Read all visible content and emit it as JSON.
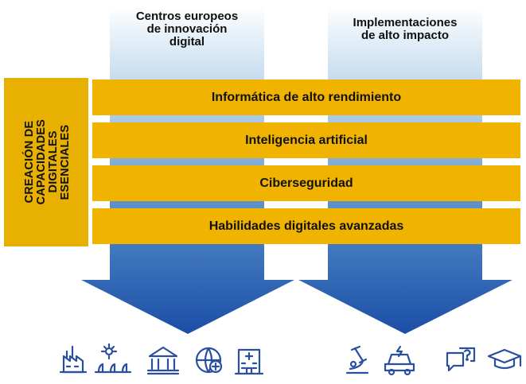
{
  "columns": [
    {
      "label": "Centros europeos\nde innovación\ndigital"
    },
    {
      "label": "Implementaciones\nde alto impacto"
    }
  ],
  "side_label": "CREACIÓN DE\nCAPACIDADES\nDIGITALES\nESENCIALES",
  "bands": [
    {
      "label": "Informática de alto rendimiento"
    },
    {
      "label": "Inteligencia artificial"
    },
    {
      "label": "Ciberseguridad"
    },
    {
      "label": "Habilidades digitales avanzadas"
    }
  ],
  "icons": [
    {
      "name": "factory-icon"
    },
    {
      "name": "agriculture-icon"
    },
    {
      "name": "government-building-icon"
    },
    {
      "name": "globe-health-icon"
    },
    {
      "name": "hospital-icon"
    },
    {
      "name": "microscope-icon"
    },
    {
      "name": "electric-car-icon"
    },
    {
      "name": "question-chat-icon"
    },
    {
      "name": "graduation-cap-icon"
    }
  ],
  "colors": {
    "column_blue_dark": "#1d4ea8",
    "column_blue_light": "#e6f0f8",
    "band_yellow": "#f0b300",
    "side_yellow": "#e8b000",
    "icon_blue": "#2b4fa0"
  }
}
